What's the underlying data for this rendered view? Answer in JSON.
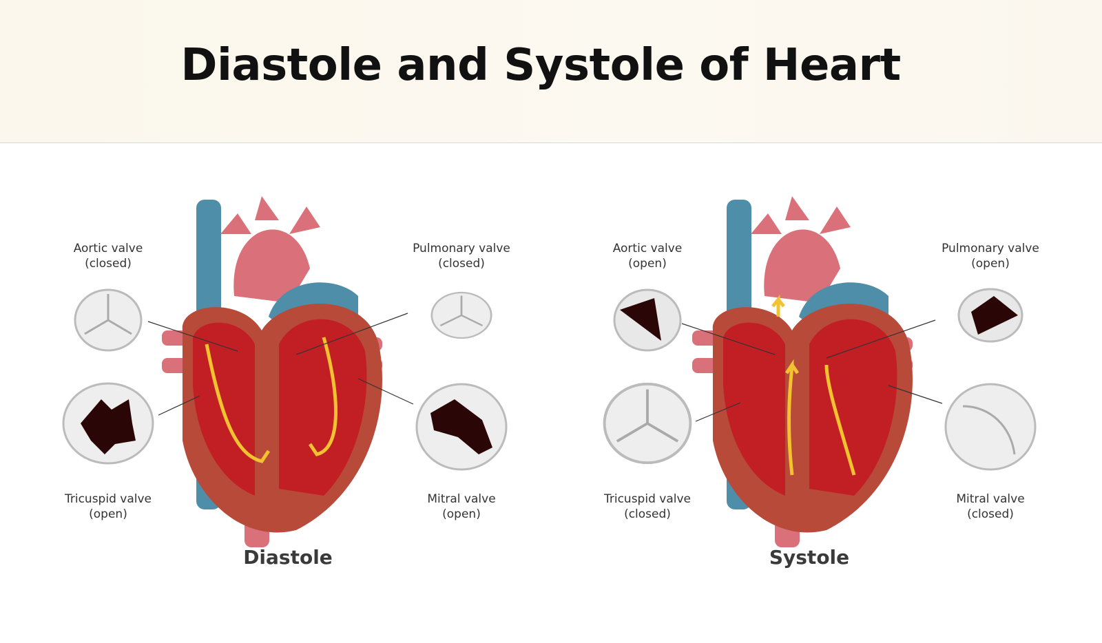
{
  "title": "Diastole and Systole of Heart",
  "diagrams": [
    {
      "phase": "Diastole",
      "aortic": {
        "name": "Aortic valve",
        "state": "(closed)"
      },
      "pulmonary": {
        "name": "Pulmonary valve",
        "state": "(closed)"
      },
      "tricuspid": {
        "name": "Tricuspid valve",
        "state": "(open)"
      },
      "mitral": {
        "name": "Mitral valve",
        "state": "(open)"
      }
    },
    {
      "phase": "Systole",
      "aortic": {
        "name": "Aortic valve",
        "state": "(open)"
      },
      "pulmonary": {
        "name": "Pulmonary valve",
        "state": "(open)"
      },
      "tricuspid": {
        "name": "Tricuspid valve",
        "state": "(closed)"
      },
      "mitral": {
        "name": "Mitral valve",
        "state": "(closed)"
      }
    }
  ],
  "colors": {
    "muscle": "#b84a3a",
    "chamber": "#c21f24",
    "artery": "#d9707a",
    "vein": "#4f8ea8",
    "flow": "#f2c230",
    "valve": "#e4e4e4",
    "opening": "#2a0606"
  }
}
